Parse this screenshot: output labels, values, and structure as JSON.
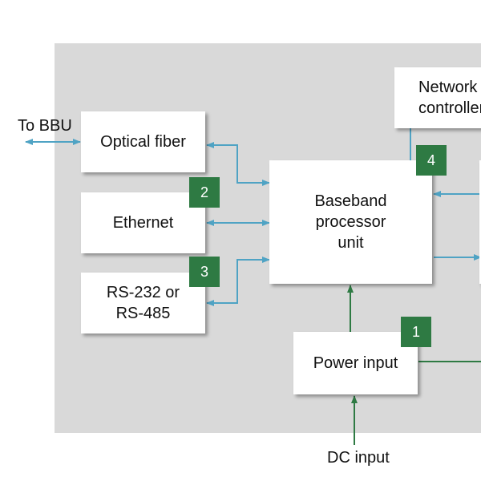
{
  "labels": {
    "to_bbu": "To BBU",
    "dc_input": "DC input"
  },
  "blocks": {
    "optical_fiber": "Optical fiber",
    "ethernet": "Ethernet",
    "rs_line1": "RS-232 or",
    "rs_line2": "RS-485",
    "baseband_line1": "Baseband",
    "baseband_line2": "processor",
    "baseband_line3": "unit",
    "network_line1": "Network",
    "network_line2": "controller",
    "power_input": "Power input"
  },
  "badges": {
    "ethernet": "2",
    "rs": "3",
    "baseband": "4",
    "power": "1"
  },
  "colors": {
    "panel": "#d9d9d9",
    "badge": "#2e7a43",
    "blue_arrow": "#4fa3c4",
    "green_line": "#2e7a43"
  }
}
